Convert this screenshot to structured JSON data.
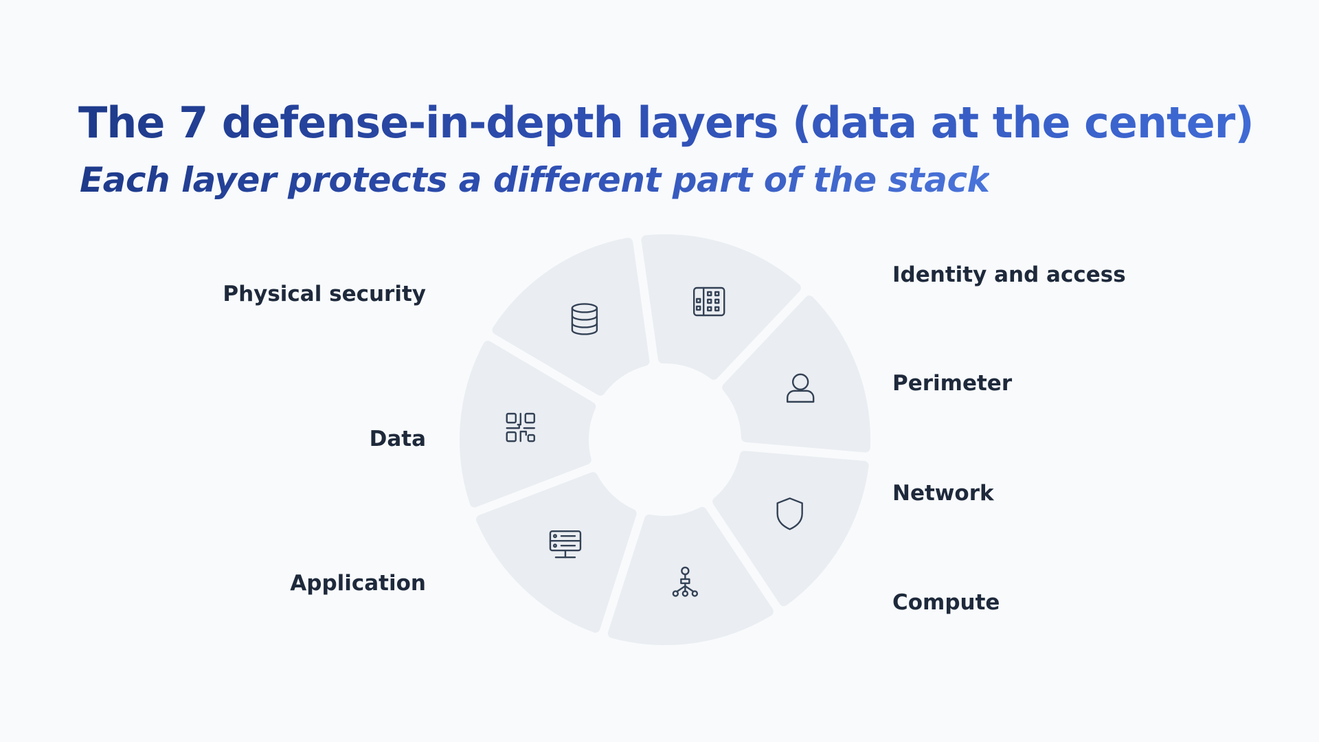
{
  "title": "The 7 defense-in-depth layers (data at the center)",
  "subtitle": "Each layer protects a different part of the stack",
  "colors": {
    "segment_fill": "#eaedf1",
    "icon_stroke": "#334155",
    "label_text": "#1e293b",
    "title_start": "#1e3a8a",
    "title_end": "#3f6ad4"
  },
  "layers": [
    {
      "label": "Physical security",
      "icon": "building-icon"
    },
    {
      "label": "Identity and access",
      "icon": "user-icon"
    },
    {
      "label": "Perimeter",
      "icon": "shield-icon"
    },
    {
      "label": "Network",
      "icon": "network-icon"
    },
    {
      "label": "Compute",
      "icon": "server-icon"
    },
    {
      "label": "Application",
      "icon": "app-grid-icon"
    },
    {
      "label": "Data",
      "icon": "database-icon"
    }
  ]
}
